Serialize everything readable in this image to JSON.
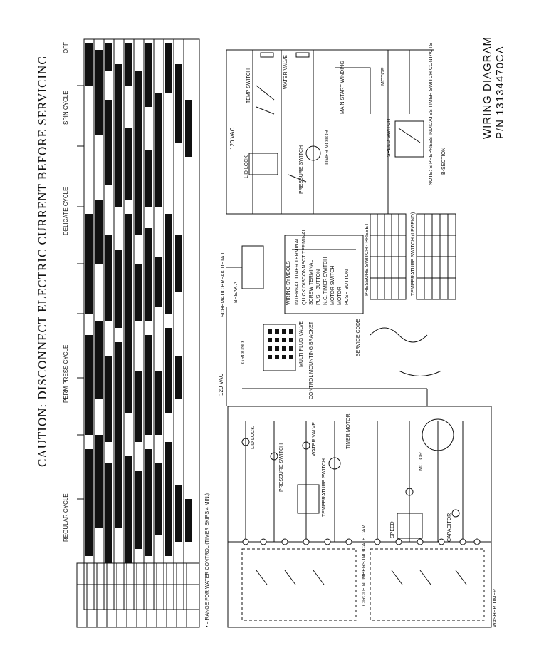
{
  "caution": "CAUTION: DISCONNECT ELECTRIC CURRENT BEFORE SERVICING",
  "title": {
    "line1": "WIRING DIAGRAM",
    "line2": "P/N 13134470CA"
  },
  "timer_chart": {
    "cycles": [
      "REGULAR CYCLE",
      "PERM PRESS CYCLE",
      "DELICATE CYCLE",
      "SPIN CYCLE",
      "OFF"
    ],
    "footnote": "• = RANGE FOR WATER CONTROL (TIMER SKIPS 4 MIN.)"
  },
  "legend": {
    "title": "WIRING SYMBOLS",
    "items": [
      "INTERNAL TIMER TERMINAL",
      "QUICK DISCONNECT TERMINAL",
      "SCREW TERMINAL",
      "PUSH BUTTON",
      "N.C. TIMER SWITCH",
      "MOTOR SWITCH",
      "MOTOR",
      "PUSH BUTTON"
    ]
  },
  "upper_circuit": {
    "voltage": "120 VAC",
    "labels": {
      "temp_switch": "TEMP SWITCH",
      "water_valve": "WATER VALVE",
      "lid_lock": "LID LOCK",
      "pressure_switch": "PRESSURE SWITCH",
      "timer_motor": "TIMER MOTOR",
      "motor": "MOTOR",
      "main_start_winding": "MAIN START WINDING",
      "speed_switch": "SPEED SWITCH",
      "note": "NOTE: S PREPRESS INDICATES TIMER SWITCH CONTACTS",
      "b_section": "B-SECTION"
    }
  },
  "schedule": {
    "label": "SCHEMATIC BREAK DETAIL",
    "sub": "BREAK A"
  },
  "control": {
    "label": "CONTROL MOUNTING BRACKET",
    "plug": "MULTI PLUG VALVE",
    "service_label": "SERVICE CODE",
    "ground": "GROUND"
  },
  "lower_circuit": {
    "voltage": "120 VAC",
    "labels": {
      "lid_lock": "LID LOCK",
      "pressure_switch": "PRESSURE SWITCH",
      "water_valve": "WATER VALVE",
      "temperature_switch": "TEMPERATURE SWITCH",
      "timer_motor": "TIMER MOTOR",
      "speed": "SPEED",
      "capacitor": "CAPACITOR",
      "motor": "MOTOR",
      "circle_numbers": "CIRCLE NUMBERS INDICATE CAM",
      "washer_timer": "WASHER TIMER"
    }
  },
  "tables": {
    "pressure": {
      "title": "PRESSURE SWITCH - PRESET"
    },
    "temperature": {
      "title": "TEMPERATURE SWITCH (LEGEND)"
    }
  }
}
